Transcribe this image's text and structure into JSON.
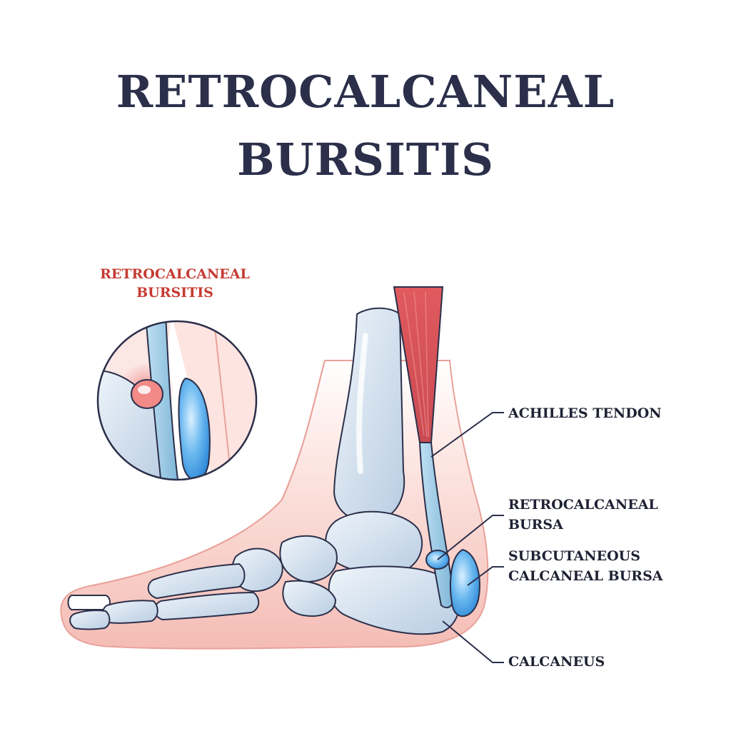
{
  "title": {
    "line1": "RETROCALCANEAL",
    "line2": "BURSITIS"
  },
  "inset": {
    "caption_line1": "RETROCALCANEAL",
    "caption_line2": "BURSITIS"
  },
  "labels": {
    "achilles_tendon": "ACHILLES TENDON",
    "retrocalcaneal_bursa_line1": "RETROCALCANEAL",
    "retrocalcaneal_bursa_line2": "BURSA",
    "subcutaneous_bursa_line1": "SUBCUTANEOUS",
    "subcutaneous_bursa_line2": "CALCANEAL BURSA",
    "calcaneus": "CALCANEUS"
  },
  "colors": {
    "title": "#2b2f4a",
    "inset_caption": "#c63b33",
    "skin": "#f6c9c2",
    "bone": "#d6e3f0",
    "bursa": "#4aa3e6",
    "muscle": "#d9545a",
    "outline": "#2b2f4a"
  }
}
